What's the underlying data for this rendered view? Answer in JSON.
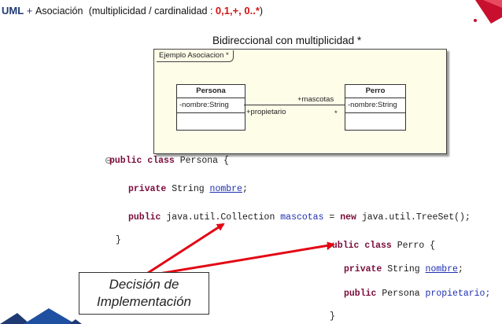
{
  "header": {
    "uml": "UML",
    "plus": "+",
    "topic": "Asociación",
    "detail_prefix": "(multiplicidad / cardinalidad : ",
    "values": "0,1,+, 0..*",
    "detail_suffix": ")"
  },
  "subtitle": "Bidireccional con multiplicidad *",
  "uml_diagram": {
    "frame_label": "Ejemplo Asociacion",
    "classes": [
      {
        "name": "Persona",
        "attribute": "-nombre:String"
      },
      {
        "name": "Perro",
        "attribute": "-nombre:String"
      }
    ],
    "association": {
      "role_top": "+mascotas",
      "role_bottom": "+propietario",
      "multiplicity": "*"
    }
  },
  "code_persona": {
    "kw_public": "public",
    "kw_class": "class",
    "class_name": "Persona",
    "open_brace": "{",
    "line1_kw": "private",
    "line1_type": "String",
    "line1_field": "nombre",
    "line2_kw": "public",
    "line2_type": "java.util.Collection",
    "line2_field": "mascotas",
    "line2_eq": "=",
    "line2_new": "new",
    "line2_init": "java.util.TreeSet();",
    "close_brace": "}"
  },
  "code_perro": {
    "kw_public": "public",
    "kw_class": "class",
    "class_name": "Perro",
    "open_brace": "{",
    "line1_kw": "private",
    "line1_type": "String",
    "line1_field": "nombre",
    "line2_kw": "public",
    "line2_type": "Persona",
    "line2_field": "propietario;",
    "close_brace": "}"
  },
  "callout": {
    "line1": "Decisión de",
    "line2": "Implementación"
  },
  "colors": {
    "accent_red": "#d41414",
    "brand_blue": "#1f3a73",
    "keyword": "#7a0b3a",
    "field": "#1e2fb0",
    "frame_bg": "#fefde8"
  }
}
